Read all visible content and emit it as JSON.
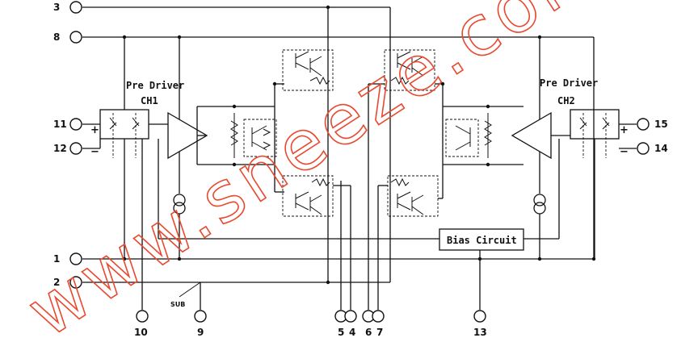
{
  "pins": {
    "p3": "3",
    "p8": "8",
    "p11": "11",
    "p12": "12",
    "p1": "1",
    "p2": "2",
    "p10": "10",
    "p9": "9",
    "p5": "5",
    "p4": "4",
    "p6": "6",
    "p7": "7",
    "p13": "13",
    "p15": "15",
    "p14": "14"
  },
  "labels": {
    "pre_driver_left": "Pre Driver",
    "ch1": "CH1",
    "pre_driver_right": "Pre Driver",
    "ch2": "CH2",
    "bias_circuit": "Bias Circuit",
    "sub": "SUB",
    "plus": "+",
    "minus": "−"
  },
  "watermark": "www.sneeze.com",
  "colors": {
    "line": "#111111",
    "watermark": "#e8492f"
  }
}
